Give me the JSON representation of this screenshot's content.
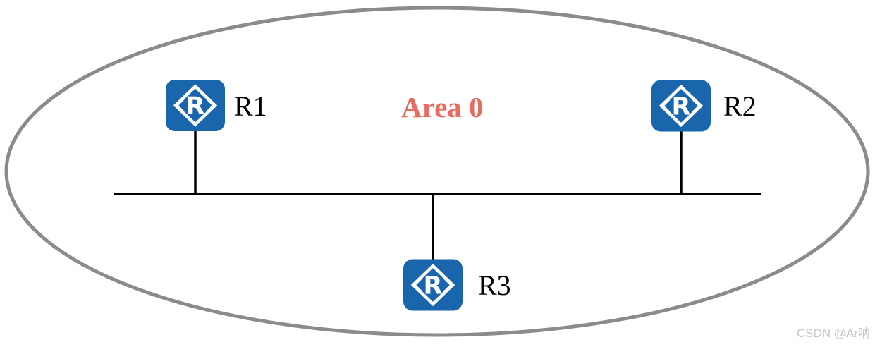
{
  "diagram": {
    "area": {
      "label": "Area 0"
    },
    "routers": [
      {
        "label": "R1",
        "icon_letter": "R"
      },
      {
        "label": "R2",
        "icon_letter": "R"
      },
      {
        "label": "R3",
        "icon_letter": "R"
      }
    ]
  },
  "watermark": {
    "text": "CSDN @Ar呐"
  },
  "colors": {
    "router_blue": "#1a66ac",
    "icon_glyph": "#ffffff",
    "area_label": "#e96b5f",
    "ellipse_stroke": "#8b8b8b",
    "link": "#000000",
    "watermark": "#c6c6c6"
  }
}
